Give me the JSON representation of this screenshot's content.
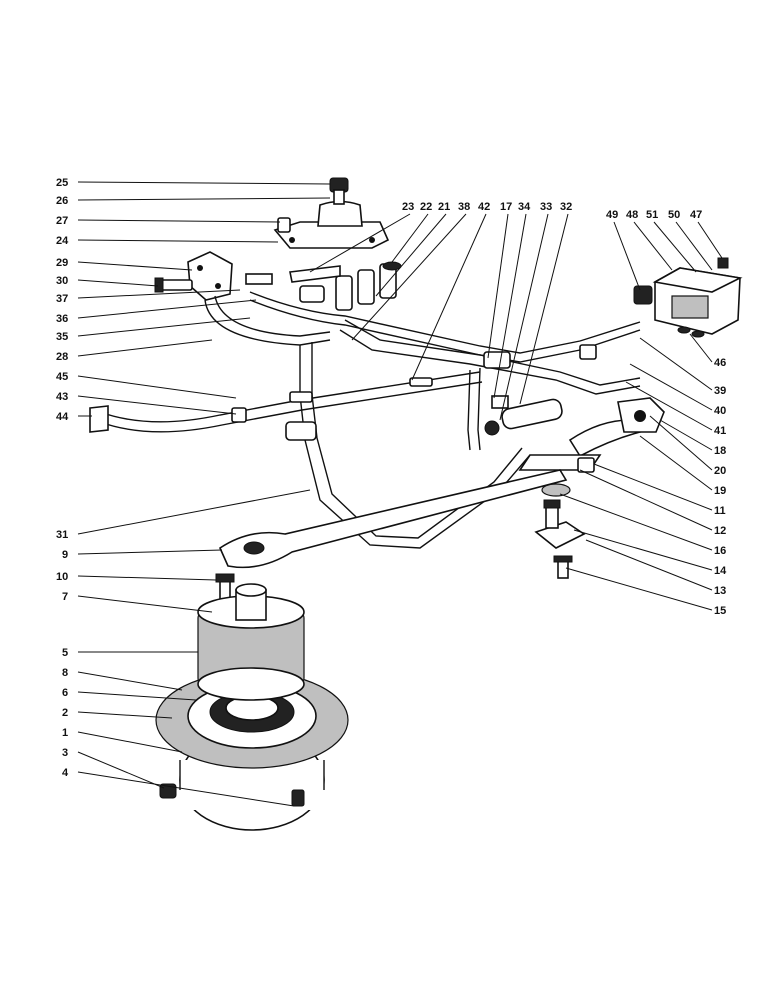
{
  "diagram": {
    "labels": [
      "1",
      "2",
      "3",
      "4",
      "5",
      "6",
      "7",
      "8",
      "9",
      "10",
      "11",
      "12",
      "13",
      "14",
      "15",
      "16",
      "17",
      "18",
      "19",
      "20",
      "21",
      "22",
      "23",
      "24",
      "25",
      "26",
      "27",
      "28",
      "29",
      "30",
      "31",
      "32",
      "33",
      "34",
      "35",
      "36",
      "37",
      "38",
      "39",
      "40",
      "41",
      "42",
      "43",
      "44",
      "45",
      "46",
      "47",
      "48",
      "49",
      "50",
      "51"
    ],
    "colors": {
      "ink": "#111111",
      "paper": "#ffffff",
      "mid": "#bfbfbf"
    }
  }
}
